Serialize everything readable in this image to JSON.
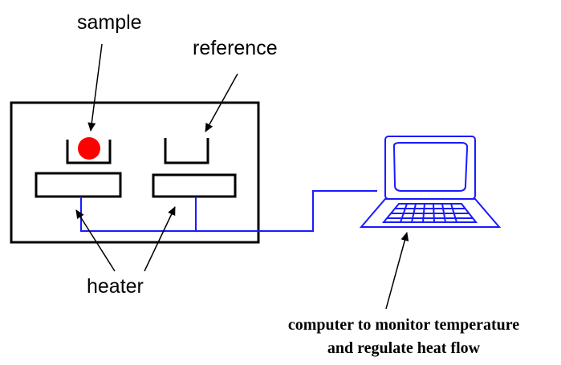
{
  "labels": {
    "sample": "sample",
    "reference": "reference",
    "heater": "heater",
    "computer_line1": "computer to monitor temperature",
    "computer_line2": "and regulate heat flow"
  },
  "colors": {
    "outline": "#000000",
    "wire": "#1a1aff",
    "sample_dot": "#ff0000",
    "background": "#ffffff"
  },
  "icons": {
    "computer": "laptop-icon"
  }
}
